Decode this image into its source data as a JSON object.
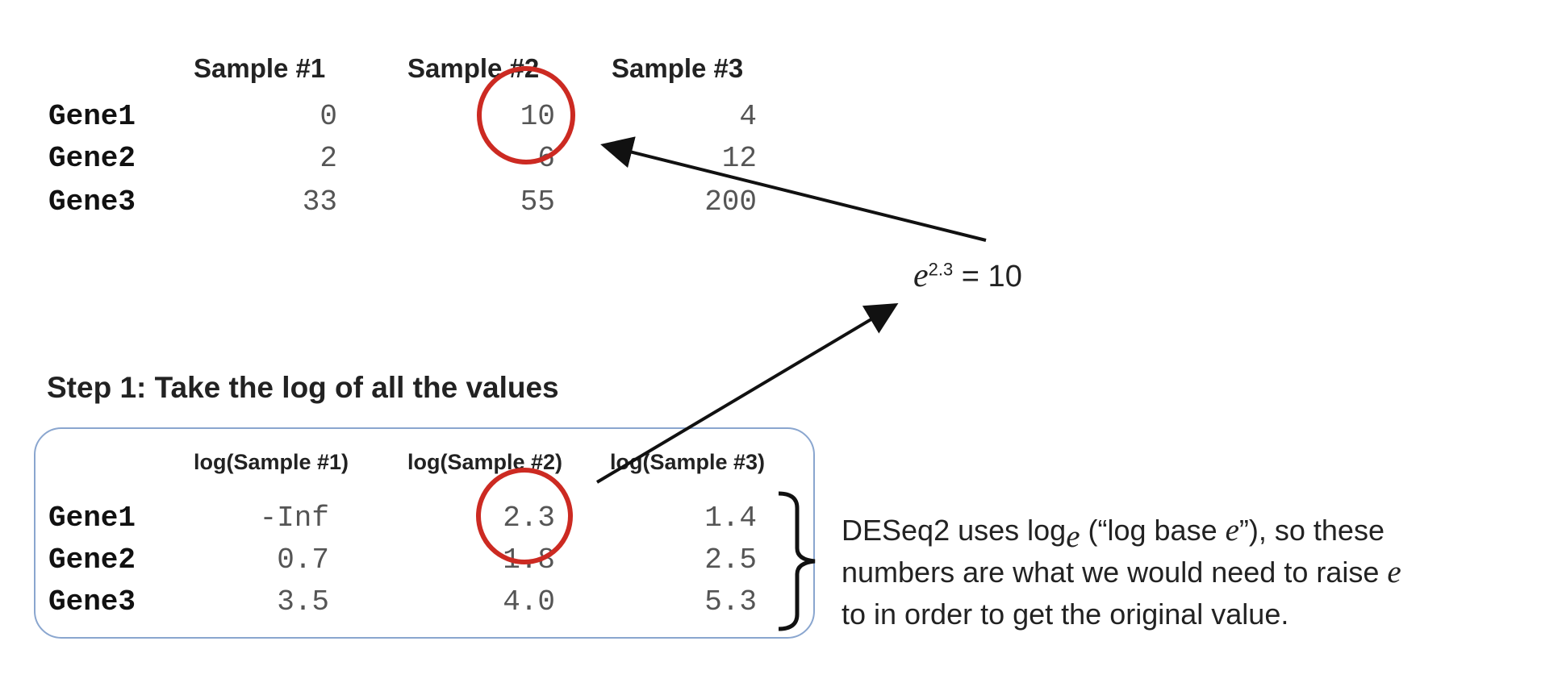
{
  "top_table": {
    "columns": [
      "Sample #1",
      "Sample #2",
      "Sample #3"
    ],
    "rows": [
      {
        "gene": "Gene1",
        "values": [
          "0",
          "10",
          "4"
        ]
      },
      {
        "gene": "Gene2",
        "values": [
          "2",
          "6",
          "12"
        ]
      },
      {
        "gene": "Gene3",
        "values": [
          "33",
          "55",
          "200"
        ]
      }
    ]
  },
  "equation": {
    "base": "e",
    "exponent": "2.3",
    "rest": " = 10"
  },
  "step_label": "Step 1: Take the log of all the values",
  "log_table": {
    "columns": [
      "log(Sample #1)",
      "log(Sample #2)",
      "log(Sample #3)"
    ],
    "rows": [
      {
        "gene": "Gene1",
        "values": [
          "-Inf",
          "2.3",
          "1.4"
        ]
      },
      {
        "gene": "Gene2",
        "values": [
          "0.7",
          "1.8",
          "2.5"
        ]
      },
      {
        "gene": "Gene3",
        "values": [
          "3.5",
          "4.0",
          "5.3"
        ]
      }
    ]
  },
  "note": {
    "line1_pre": "DESeq2 uses log",
    "line1_sub": "e",
    "line1_mid": " (“log base ",
    "line1_e": "e",
    "line1_post": "”), so these",
    "line2_pre": "numbers are what we would need to raise ",
    "line2_e": "e",
    "line3": "to in order to get the original value."
  },
  "colors": {
    "highlight_circle": "#cc2a22",
    "box_border": "#8aa6cf",
    "arrow": "#111111"
  }
}
